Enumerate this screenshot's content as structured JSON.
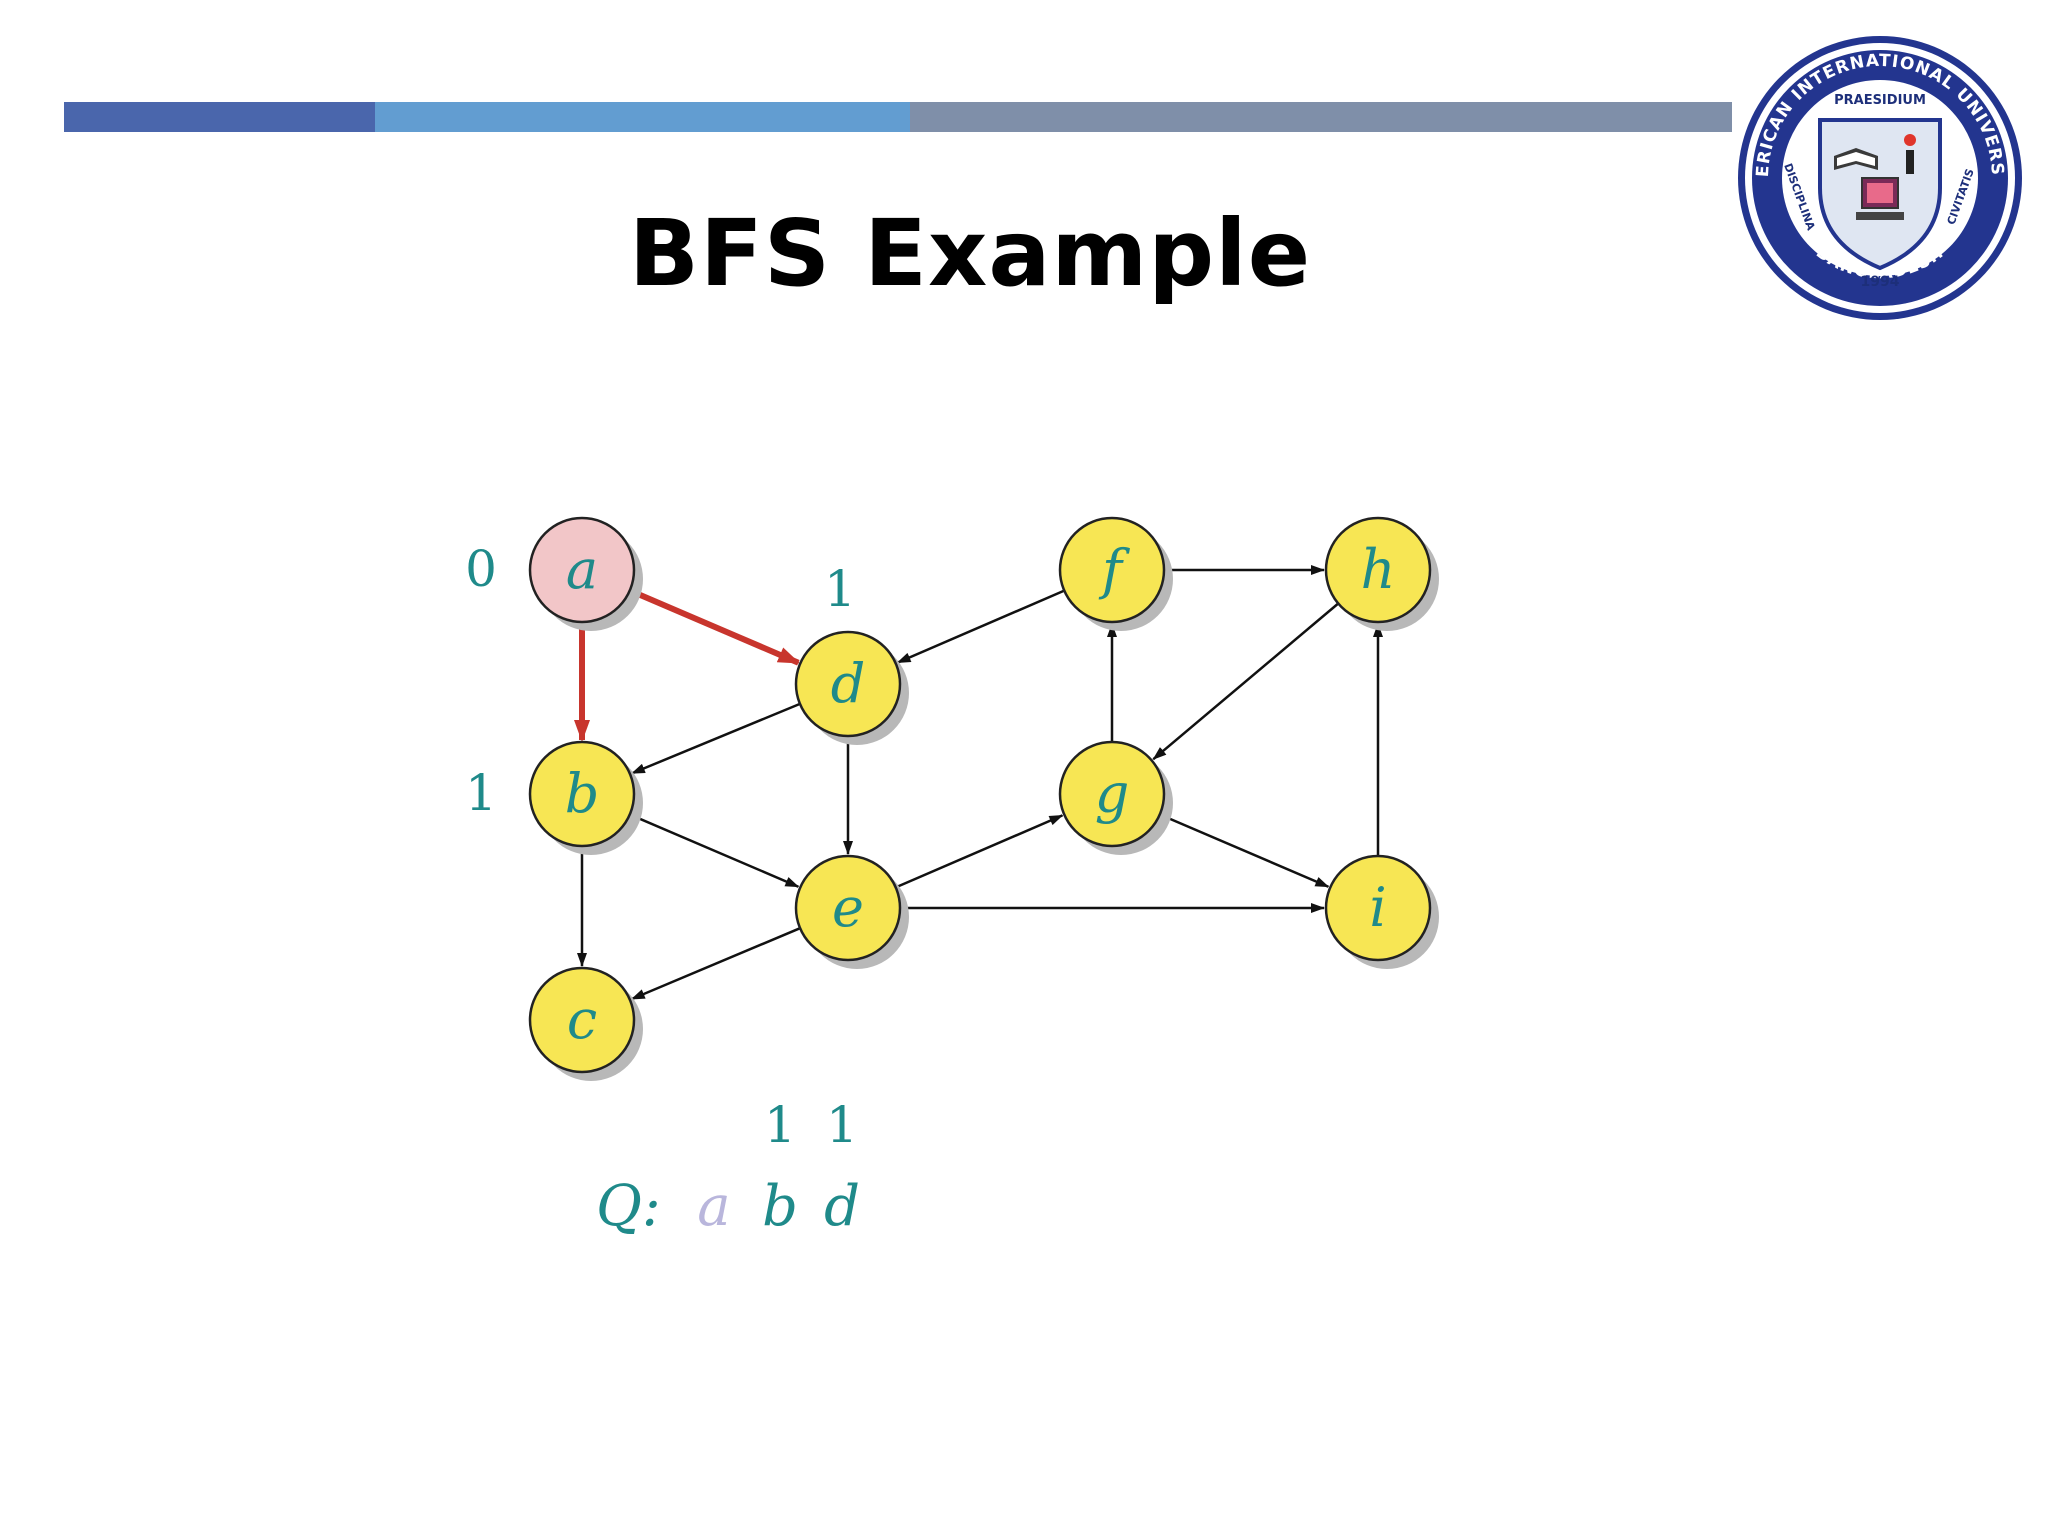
{
  "slide": {
    "title": "BFS Example"
  },
  "colors": {
    "header_bar_1": "#4a66ac",
    "header_bar_2": "#629dd1",
    "header_bar_3": "#7f8fa9",
    "node_fill": "#f7e654",
    "visited_node_fill": "#f2c6c8",
    "tree_edge": "#c8352d",
    "label_teal": "#1f8a8a",
    "dequeued_faded": "#b9b6dc"
  },
  "logo": {
    "ring_text_top": "AMERICAN INTERNATIONAL UNIVERSITY",
    "ring_text_bottom": "BANGLADESH",
    "motto_top": "PRAESIDIUM",
    "motto_left": "DISCIPLINA",
    "motto_right": "CIVITATIS",
    "year": "1994"
  },
  "graph": {
    "nodes": [
      {
        "id": "a",
        "label": "a",
        "state": "visited"
      },
      {
        "id": "b",
        "label": "b",
        "state": "discovered"
      },
      {
        "id": "c",
        "label": "c",
        "state": "undiscovered"
      },
      {
        "id": "d",
        "label": "d",
        "state": "discovered"
      },
      {
        "id": "e",
        "label": "e",
        "state": "undiscovered"
      },
      {
        "id": "f",
        "label": "f",
        "state": "undiscovered"
      },
      {
        "id": "g",
        "label": "g",
        "state": "undiscovered"
      },
      {
        "id": "h",
        "label": "h",
        "state": "undiscovered"
      },
      {
        "id": "i",
        "label": "i",
        "state": "undiscovered"
      }
    ],
    "edges": [
      {
        "from": "a",
        "to": "b",
        "tree": true
      },
      {
        "from": "a",
        "to": "d",
        "tree": true
      },
      {
        "from": "d",
        "to": "b",
        "tree": false
      },
      {
        "from": "d",
        "to": "e",
        "tree": false
      },
      {
        "from": "b",
        "to": "c",
        "tree": false
      },
      {
        "from": "b",
        "to": "e",
        "tree": false
      },
      {
        "from": "e",
        "to": "c",
        "tree": false
      },
      {
        "from": "e",
        "to": "g",
        "tree": false
      },
      {
        "from": "e",
        "to": "i",
        "tree": false
      },
      {
        "from": "f",
        "to": "d",
        "tree": false
      },
      {
        "from": "f",
        "to": "h",
        "tree": false
      },
      {
        "from": "g",
        "to": "f",
        "tree": false
      },
      {
        "from": "g",
        "to": "i",
        "tree": false
      },
      {
        "from": "h",
        "to": "g",
        "tree": false
      },
      {
        "from": "i",
        "to": "h",
        "tree": false
      }
    ],
    "distances": {
      "a": "0",
      "b": "1",
      "d": "1"
    }
  },
  "queue": {
    "label": "Q:",
    "items": [
      {
        "node": "a",
        "dist": "",
        "dequeued": true
      },
      {
        "node": "b",
        "dist": "1",
        "dequeued": false
      },
      {
        "node": "d",
        "dist": "1",
        "dequeued": false
      }
    ]
  }
}
